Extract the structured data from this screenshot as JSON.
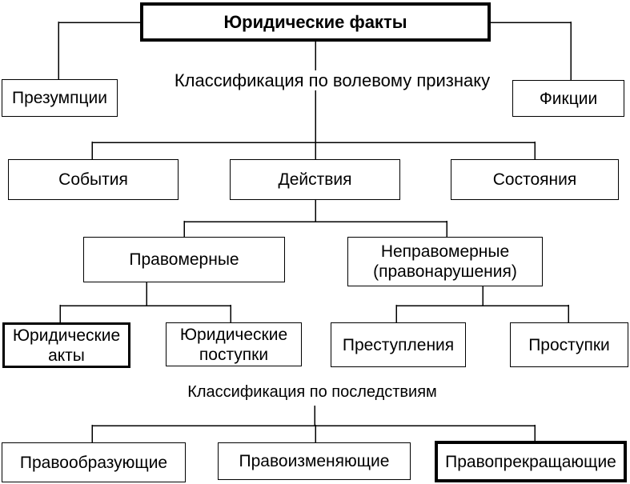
{
  "colors": {
    "background": "#ffffff",
    "line": "#000000",
    "text": "#000000"
  },
  "diagram": {
    "title": "Юридические факты",
    "headings": {
      "volitional": "Классификация по волевому признаку",
      "consequences": "Классификация по последствиям"
    },
    "nodes": {
      "presumptions": "Презумпции",
      "fictions": "Фикции",
      "events": "События",
      "actions": "Действия",
      "states": "Состояния",
      "lawful": "Правомерные",
      "unlawful": "Неправомерные (правонарушения)",
      "legal_acts": "Юридические акты",
      "legal_deeds": "Юридические поступки",
      "crimes": "Преступления",
      "misdemeanors": "Проступки",
      "right_forming": "Правообразующие",
      "right_changing": "Правоизменяющие",
      "right_terminating": "Правопрекращающие"
    }
  }
}
